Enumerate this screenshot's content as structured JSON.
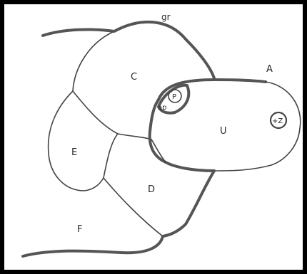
{
  "labels": {
    "gr": "gr",
    "A": "A",
    "C": "C",
    "U": "U",
    "E": "E",
    "D": "D",
    "F": "F",
    "ap": "ap",
    "P": "P",
    "Z": "+Z"
  },
  "colors": {
    "frame": "#000000",
    "outline_thick": "#555555",
    "outline_thin": "#444444",
    "background": "#ffffff"
  }
}
